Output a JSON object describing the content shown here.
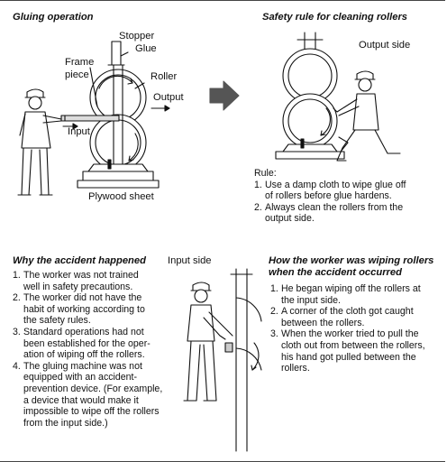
{
  "sections": {
    "gluing": {
      "title": "Gluing operation",
      "labels": {
        "stopper": "Stopper",
        "glue": "Glue",
        "frame_piece_1": "Frame",
        "frame_piece_2": "piece",
        "roller": "Roller",
        "output": "Output",
        "input": "Input",
        "plywood": "Plywood sheet"
      }
    },
    "safety": {
      "title": "Safety rule for cleaning rollers",
      "output_side": "Output side",
      "rule_heading": "Rule:",
      "rules": [
        {
          "num": "1.",
          "lines": [
            "Use a damp cloth to wipe glue off",
            "of rollers before glue hardens."
          ]
        },
        {
          "num": "2.",
          "lines": [
            "Always clean the rollers from the",
            "output side."
          ]
        }
      ]
    },
    "why": {
      "title": "Why the accident happened",
      "items": [
        {
          "num": "1.",
          "lines": [
            "The worker was not trained",
            "well in safety precautions."
          ]
        },
        {
          "num": "2.",
          "lines": [
            "The worker did not have the",
            "habit of working according to",
            "the safety rules."
          ]
        },
        {
          "num": "3.",
          "lines": [
            "Standard operations had not",
            "been established for the oper-",
            "ation of wiping off the rollers."
          ]
        },
        {
          "num": "4.",
          "lines": [
            "The gluing machine was not",
            "equipped with an accident-",
            "prevention device. (For example,",
            "a device that would make it",
            "impossible to wipe off the rollers",
            "from the input side.)"
          ]
        }
      ]
    },
    "accident": {
      "input_side": "Input side",
      "title_line1": "How the worker was wiping rollers",
      "title_line2": "when the accident occurred",
      "items": [
        {
          "num": "1.",
          "lines": [
            "He began wiping off the rollers at",
            "the input side."
          ]
        },
        {
          "num": "2.",
          "lines": [
            "A corner of the cloth got caught",
            "between the rollers."
          ]
        },
        {
          "num": "3.",
          "lines": [
            "When the worker tried to pull the",
            "cloth out from between the rollers,",
            "his hand got pulled between the",
            "rollers."
          ]
        }
      ]
    }
  }
}
